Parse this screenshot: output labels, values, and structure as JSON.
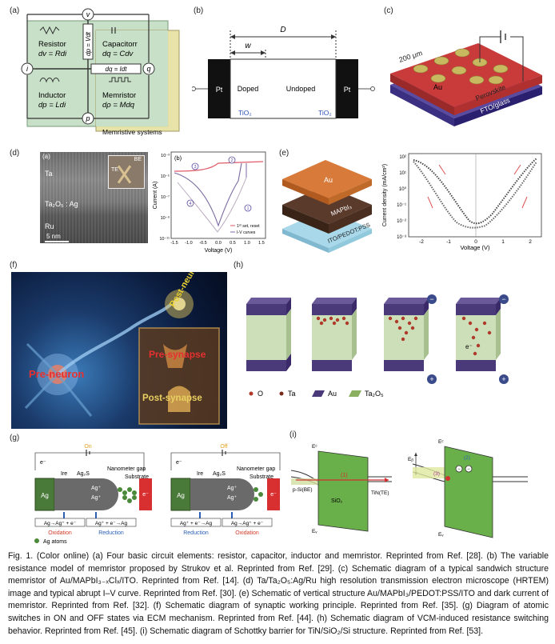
{
  "panels": {
    "a": {
      "tag": "(a)",
      "nodes": {
        "v": "v",
        "q": "q",
        "i": "i",
        "p": "p"
      },
      "resistor": {
        "name": "Resistor",
        "eq": "dv = Rdi"
      },
      "capacitor": {
        "name": "Capacitorr",
        "eq": "dq = Cdv"
      },
      "inductor": {
        "name": "Inductor",
        "eq": "dp = Ldi"
      },
      "memristor": {
        "name": "Memristor",
        "eq": "dρ = Mdq"
      },
      "center_vertical": "dp = Vdt",
      "center_horizontal": "dq = Idt",
      "system_label": "Memristive systems"
    },
    "b": {
      "tag": "(b)",
      "D": "D",
      "w": "w",
      "pt_left": "Pt",
      "pt_right": "Pt",
      "doped": "Doped",
      "undoped": "Undoped",
      "tio2_left": "TiO₂",
      "tio2_right": "TiO₂"
    },
    "c": {
      "tag": "(c)",
      "scale": "200 μm",
      "au": "Au",
      "perovskite": "Perovskite",
      "fto": "FTO/glass"
    },
    "d": {
      "tag": "(d)",
      "inner_tag": "(a)",
      "ta": "Ta",
      "ta2o5": "Ta₂O₅ : Ag",
      "ru": "Ru",
      "scale": "5 nm",
      "be": "BE",
      "te": "TE",
      "plot_tag": "(b)",
      "ylabel": "Current (A)",
      "xlabel": "Voltage (V)",
      "xticks": [
        "-1.5",
        "-1.0",
        "-0.5",
        "0.0",
        "0.5",
        "1.0",
        "1.5"
      ],
      "yticks": [
        "10⁻³",
        "10⁻⁵",
        "10⁻⁷",
        "10⁻⁹",
        "10⁻¹¹"
      ],
      "legend_1": "1ˢᵗ set, reset",
      "legend_2": "I-V curves",
      "marks": [
        "1",
        "2",
        "3",
        "4"
      ]
    },
    "e": {
      "tag": "(e)",
      "au": "Au",
      "mapbi3": "MAPbI₃",
      "ito": "ITO/PEDOT:PSS",
      "ylabel": "Current density (mA/cm²)",
      "xlabel": "Voltage (V)",
      "xticks": [
        "-2",
        "-1",
        "0",
        "1",
        "2"
      ],
      "yticks": [
        "10²",
        "10¹",
        "10⁰",
        "10⁻¹",
        "10⁻²",
        "10⁻³"
      ]
    },
    "f": {
      "tag": "(f)",
      "pre_neuron": "Pre-neuron",
      "post_neuron": "Post-neuron",
      "pre_synapse": "Pre-synapse",
      "post_synapse": "Post-synapse"
    },
    "g": {
      "tag": "(g)",
      "on": "On",
      "off": "Off",
      "e_minus": "e⁻",
      "ire": "Ire",
      "ag2s": "Ag₂S",
      "nanometer_gap": "Nanometer gap",
      "substrate": "Substrate",
      "ag": "Ag",
      "ag_plus": "Ag⁺",
      "eq_left_1": "Ag→Ag⁺ + e⁻",
      "eq_left_2": "Ag⁺ + e⁻→Ag",
      "eq_right_1": "Ag⁺ + e⁻→Ag",
      "eq_right_2": "Ag→Ag⁺ + e⁻",
      "oxidation": "Oxidation",
      "reduction": "Reduction",
      "ag_atoms": "Ag atoms",
      "colors": {
        "oxidation": "#d23a2a",
        "reduction": "#2b5fb5"
      }
    },
    "h": {
      "tag": "(h)",
      "legend": [
        "O",
        "Ta",
        "Au",
        "Ta₂O₅"
      ],
      "electron": "e⁻"
    },
    "i": {
      "tag": "(i)",
      "p_si": "p-Si(BE)",
      "sio2": "SiO₂",
      "tin": "TiN(TE)",
      "label_1": "(1)",
      "label_2": "(2)",
      "label_3": "(3)",
      "ec": "Eᶜ",
      "ev": "Eᵥ",
      "eb": "Eᵦ"
    }
  },
  "caption": {
    "p1": "Fig. 1. (Color online) (a) Four basic circuit elements: resistor, capacitor, inductor and memristor. Reprinted from Ref. [28]. (b) The variable resistance model of memristor proposed by Strukov et al. Reprinted from Ref. [29]. (c) Schematic diagram of a typical sandwich structure memristor of Au/MAPbI₃₋ₓClₓ/ITO. Reprinted from Ref. [14]. (d) Ta/Ta₂O₅:Ag/Ru high resolution transmission electron microscope (HRTEM) image and typical abrupt I–V curve. Reprinted from Ref. [30]. (e) Schematic of vertical structure Au/MAPbI₃/PEDOT:PSS/ITO and dark current of memristor. Reprinted from Ref. [32]. (f) Schematic diagram of synaptic working principle. Reprinted from Ref. [35]. (g) Diagram of atomic switches in ON and OFF states via ECM mechanism. Reprinted from Ref. [44]. (h) Schematic diagram of VCM-induced resistance switching behavior. Reprinted from Ref. [45]. (i) Schematic diagram of Schottky barrier for TiN/SiO₂/Si structure. Reprinted from Ref. [53]."
  }
}
